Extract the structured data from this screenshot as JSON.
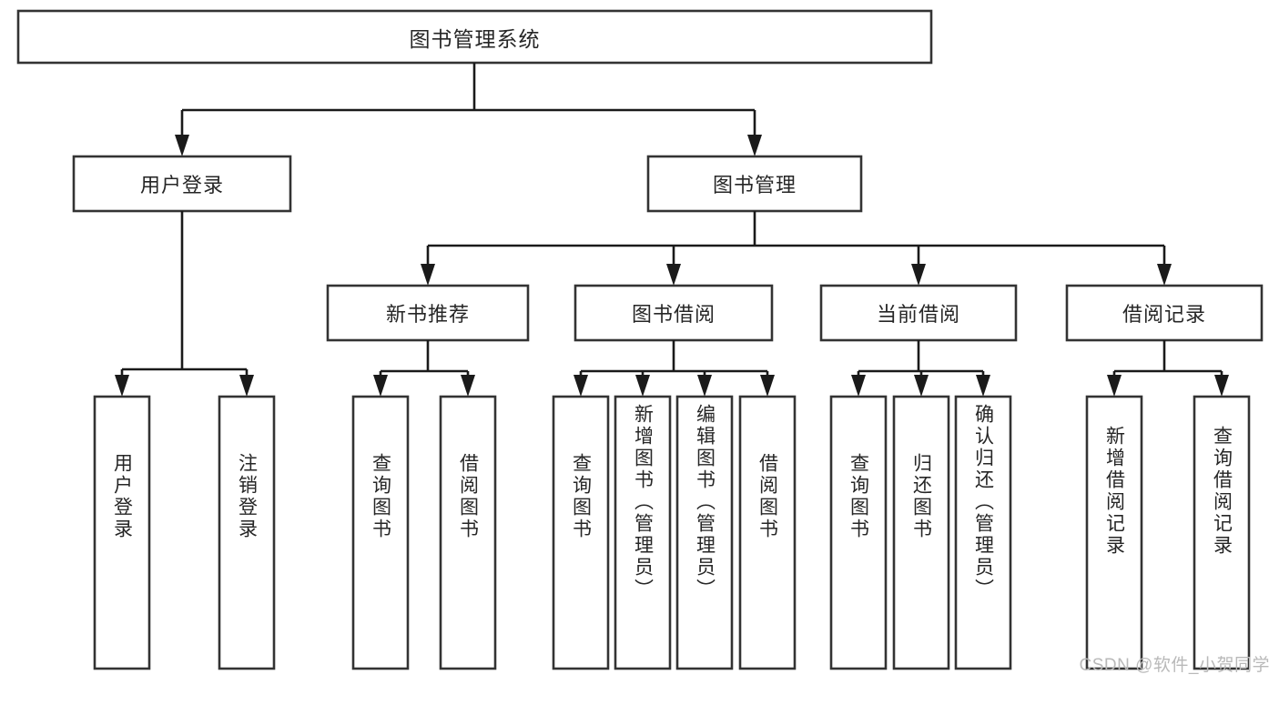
{
  "diagram": {
    "type": "hierarchy-tree",
    "title_node": {
      "id": "root",
      "label": "图书管理系统"
    },
    "level1": [
      {
        "id": "user-login",
        "label": "用户登录"
      },
      {
        "id": "book-manage",
        "label": "图书管理"
      }
    ],
    "level2": [
      {
        "id": "new-book-rec",
        "label": "新书推荐",
        "parent": "book-manage"
      },
      {
        "id": "book-borrow",
        "label": "图书借阅",
        "parent": "book-manage"
      },
      {
        "id": "current-borrow",
        "label": "当前借阅",
        "parent": "book-manage"
      },
      {
        "id": "borrow-record",
        "label": "借阅记录",
        "parent": "book-manage"
      }
    ],
    "leaves": [
      {
        "id": "leaf-user-login",
        "label": "用户登录",
        "parent": "user-login"
      },
      {
        "id": "leaf-logout",
        "label": "注销登录",
        "parent": "user-login"
      },
      {
        "id": "leaf-query-book-1",
        "label": "查询图书",
        "parent": "new-book-rec"
      },
      {
        "id": "leaf-borrow-book-1",
        "label": "借阅图书",
        "parent": "new-book-rec"
      },
      {
        "id": "leaf-query-book-2",
        "label": "查询图书",
        "parent": "book-borrow"
      },
      {
        "id": "leaf-add-book",
        "label": "新增图书（管理员）",
        "parent": "book-borrow"
      },
      {
        "id": "leaf-edit-book",
        "label": "编辑图书（管理员）",
        "parent": "book-borrow"
      },
      {
        "id": "leaf-borrow-book-2",
        "label": "借阅图书",
        "parent": "book-borrow"
      },
      {
        "id": "leaf-query-book-3",
        "label": "查询图书",
        "parent": "current-borrow"
      },
      {
        "id": "leaf-return-book",
        "label": "归还图书",
        "parent": "current-borrow"
      },
      {
        "id": "leaf-confirm-return",
        "label": "确认归还（管理员）",
        "parent": "current-borrow"
      },
      {
        "id": "leaf-add-record",
        "label": "新增借阅记录",
        "parent": "borrow-record"
      },
      {
        "id": "leaf-query-record",
        "label": "查询借阅记录",
        "parent": "borrow-record"
      }
    ],
    "colors": {
      "box_stroke": "#333333",
      "box_fill": "#ffffff",
      "connector": "#1a1a1a",
      "text": "#262626",
      "background": "#ffffff",
      "watermark": "#b9b9b9"
    }
  },
  "watermark": {
    "text": "CSDN @软件_小贺同学"
  }
}
